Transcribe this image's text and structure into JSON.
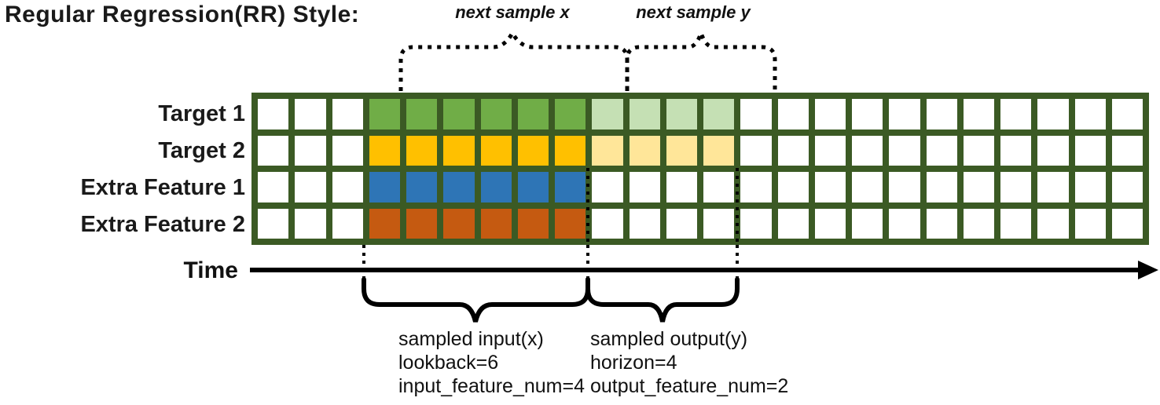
{
  "title": "Regular Regression(RR) Style:",
  "annotations": {
    "next_sample_x": "next sample x",
    "next_sample_y": "next sample y",
    "time_label": "Time",
    "input_note_lines": [
      "sampled input(x)",
      "lookback=6",
      "input_feature_num=4"
    ],
    "output_note_lines": [
      "sampled output(y)",
      "horizon=4",
      "output_feature_num=2"
    ]
  },
  "params": {
    "lookback": 6,
    "horizon": 4,
    "input_feature_num": 4,
    "output_feature_num": 2
  },
  "grid": {
    "columns_total": 24,
    "leading_empty_cols": 3,
    "lookback_cols": 6,
    "horizon_cols": 4,
    "trailing_empty_cols": 11,
    "border_color": "#3B5A24",
    "empty_cell_color": "#FFFFFF",
    "rows": [
      {
        "label": "Target 1",
        "role": "target",
        "input_color": "#70AD47",
        "output_color": "#C5E0B4"
      },
      {
        "label": "Target 2",
        "role": "target",
        "input_color": "#FFC000",
        "output_color": "#FFE699"
      },
      {
        "label": "Extra Feature 1",
        "role": "extra-feature",
        "input_color": "#2E75B6",
        "output_color": "#FFFFFF"
      },
      {
        "label": "Extra Feature 2",
        "role": "extra-feature",
        "input_color": "#C55A11",
        "output_color": "#FFFFFF"
      }
    ]
  },
  "colors": {
    "annotation_stroke": "#000000"
  }
}
